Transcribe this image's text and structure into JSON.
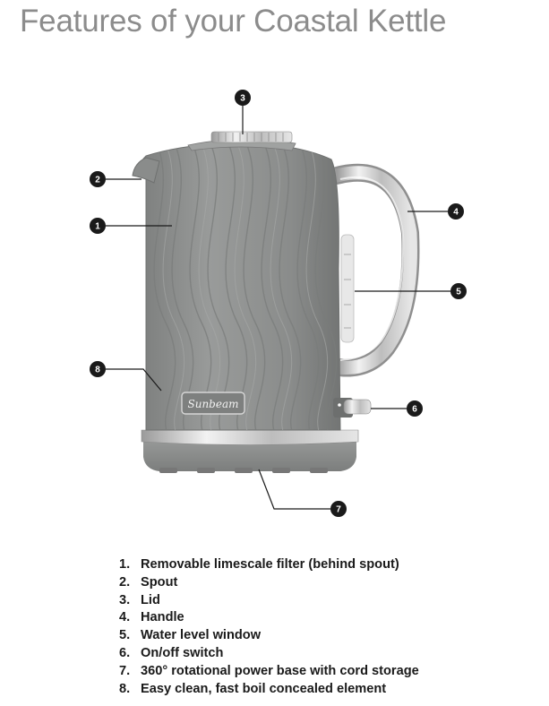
{
  "title": "Features of your Coastal Kettle",
  "brand": "Sunbeam",
  "callouts": [
    "1",
    "2",
    "3",
    "4",
    "5",
    "6",
    "7",
    "8"
  ],
  "features": [
    {
      "num": "1.",
      "text": "Removable limescale filter (behind spout)"
    },
    {
      "num": "2.",
      "text": "Spout"
    },
    {
      "num": "3.",
      "text": "Lid"
    },
    {
      "num": "4.",
      "text": "Handle"
    },
    {
      "num": "5.",
      "text": "Water level window"
    },
    {
      "num": "6.",
      "text": "On/off switch"
    },
    {
      "num": "7.",
      "text": "360° rotational power base with cord storage"
    },
    {
      "num": "8.",
      "text": "Easy clean, fast boil concealed element"
    }
  ],
  "colors": {
    "title": "#8c8c8c",
    "kettle_body": "#8d8f8e",
    "chrome": "#d8d8d8",
    "callout": "#1a1a1a"
  }
}
